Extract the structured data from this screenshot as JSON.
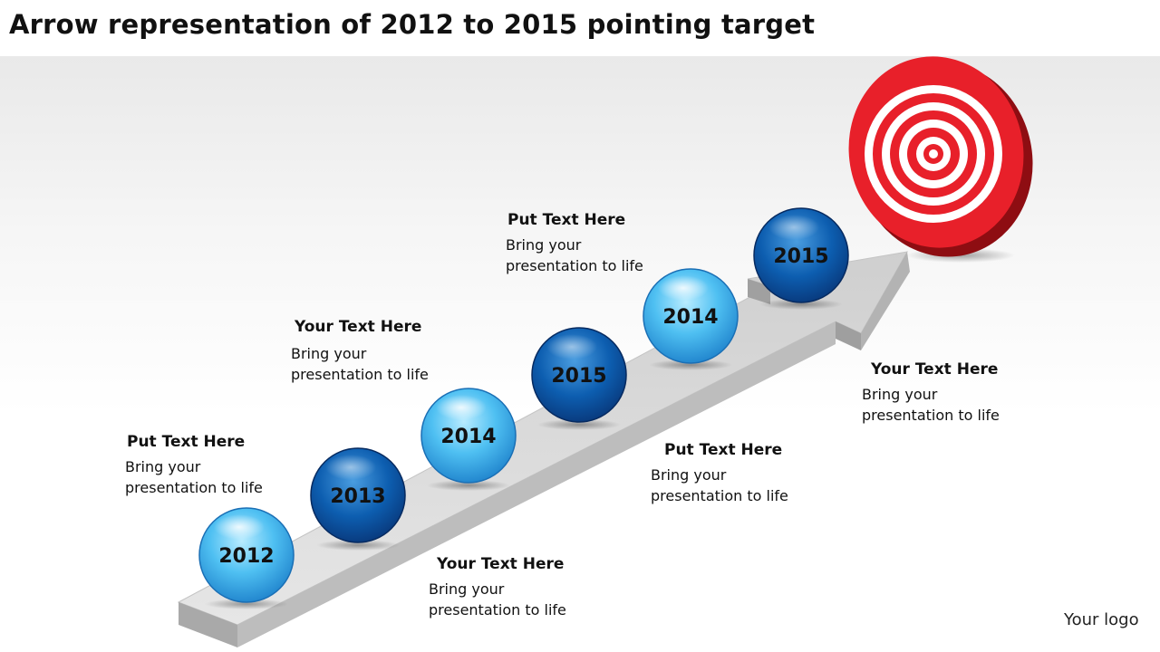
{
  "title": "Arrow representation of 2012 to 2015 pointing target",
  "spheres": [
    {
      "year": "2012",
      "shade": "light"
    },
    {
      "year": "2013",
      "shade": "dark"
    },
    {
      "year": "2014",
      "shade": "light"
    },
    {
      "year": "2015",
      "shade": "dark"
    },
    {
      "year": "2014",
      "shade": "light"
    },
    {
      "year": "2015",
      "shade": "dark"
    }
  ],
  "text_boxes": [
    {
      "heading": "Put Text Here",
      "body": "Bring your presentation to life"
    },
    {
      "heading": "Your Text Here",
      "body": "Bring your presentation to life"
    },
    {
      "heading": "Your Text Here",
      "body": "Bring your presentation to life"
    },
    {
      "heading": "Put Text Here",
      "body": "Bring your presentation to life"
    },
    {
      "heading": "Put Text Here",
      "body": "Bring your presentation to life"
    },
    {
      "heading": "Your Text Here",
      "body": "Bring your presentation to life"
    }
  ],
  "logo": "Your logo",
  "colors": {
    "sphere_light": "#3fb0ea",
    "sphere_dark": "#0b64b4",
    "target_red": "#e8202a",
    "arrow_gray": "#d9d9d9"
  }
}
